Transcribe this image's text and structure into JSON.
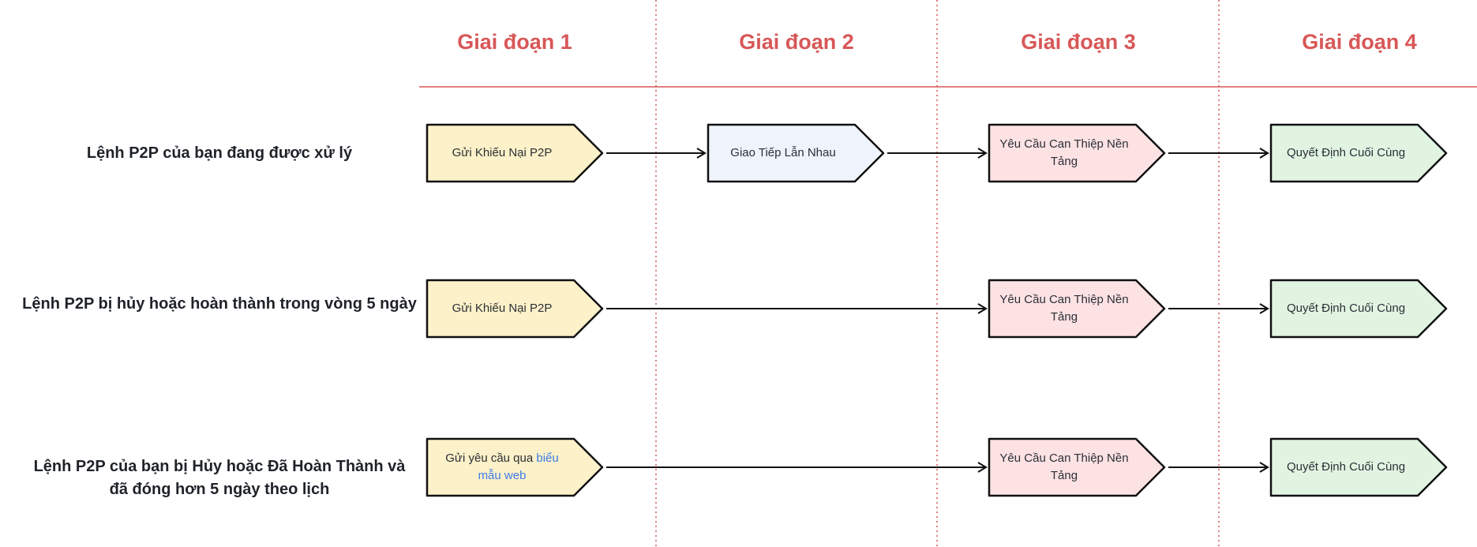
{
  "colors": {
    "accent": "#d85757",
    "stroke": "#111111",
    "stage1_fill": "#fdf1c9",
    "stage2_fill": "#eef3fc",
    "stage3_fill": "#fde2e4",
    "stage4_fill": "#e1f4e2",
    "link": "#3d7be8"
  },
  "stages": [
    "Giai đoạn 1",
    "Giai đoạn 2",
    "Giai đoạn 3",
    "Giai đoạn 4"
  ],
  "rows": [
    {
      "label": "Lệnh P2P của bạn đang được xử lý",
      "nodes": [
        {
          "stage": 0,
          "text": "Gửi Khiếu Nại P2P"
        },
        {
          "stage": 1,
          "text": "Giao Tiếp Lẫn Nhau"
        },
        {
          "stage": 2,
          "text": "Yêu Cầu Can Thiệp Nền Tảng"
        },
        {
          "stage": 3,
          "text": "Quyết Định Cuối Cùng"
        }
      ]
    },
    {
      "label": "Lệnh P2P bị hủy hoặc hoàn thành trong vòng 5 ngày",
      "nodes": [
        {
          "stage": 0,
          "text": "Gửi Khiếu Nại P2P"
        },
        {
          "stage": 2,
          "text": "Yêu Cầu Can Thiệp Nền Tảng"
        },
        {
          "stage": 3,
          "text": "Quyết Định Cuối Cùng"
        }
      ]
    },
    {
      "label_line1": "Lệnh P2P của bạn bị Hủy hoặc Đã Hoàn Thành và",
      "label_line2": "đã đóng hơn 5 ngày theo lịch",
      "nodes": [
        {
          "stage": 0,
          "text": "Gửi yêu cầu qua ",
          "link": "biểu mẫu web"
        },
        {
          "stage": 2,
          "text": "Yêu Cầu Can Thiệp Nền Tảng"
        },
        {
          "stage": 3,
          "text": "Quyết Định Cuối Cùng"
        }
      ]
    }
  ]
}
